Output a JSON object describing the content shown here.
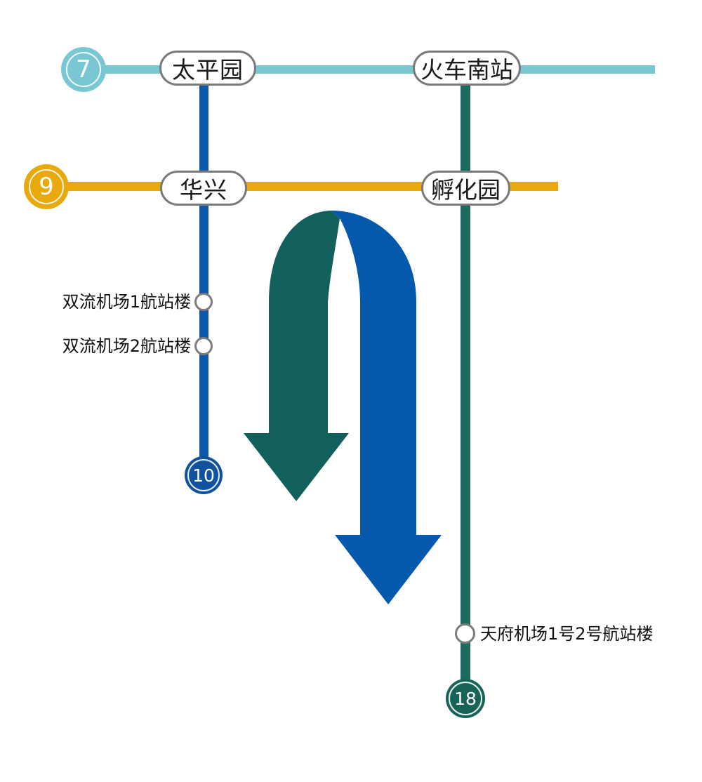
{
  "diagram_title": "metro-transfer-diagram",
  "colors": {
    "line7": "#79C7D3",
    "line9": "#E9A90D",
    "line10": "#0F57A7",
    "line18": "#1C6B61",
    "arrow_teal": "#11605C",
    "arrow_blue": "#0459AC",
    "badge10_bg": "#11529F",
    "badge18_bg": "#186358",
    "capsule_border": "#7a7a7a"
  },
  "lines": {
    "line7": {
      "badge": "7"
    },
    "line9": {
      "badge": "9"
    },
    "line10": {
      "badge": "10"
    },
    "line18": {
      "badge": "18"
    }
  },
  "stations": {
    "taipingyuan": "太平园",
    "huochenan": "火车南站",
    "huaxing": "华兴",
    "fuhuayuan": "孵化园",
    "shuangliu_t1": "双流机场1航站楼",
    "shuangliu_t2": "双流机场2航站楼",
    "tianfu": "天府机场1号2号航站楼"
  }
}
